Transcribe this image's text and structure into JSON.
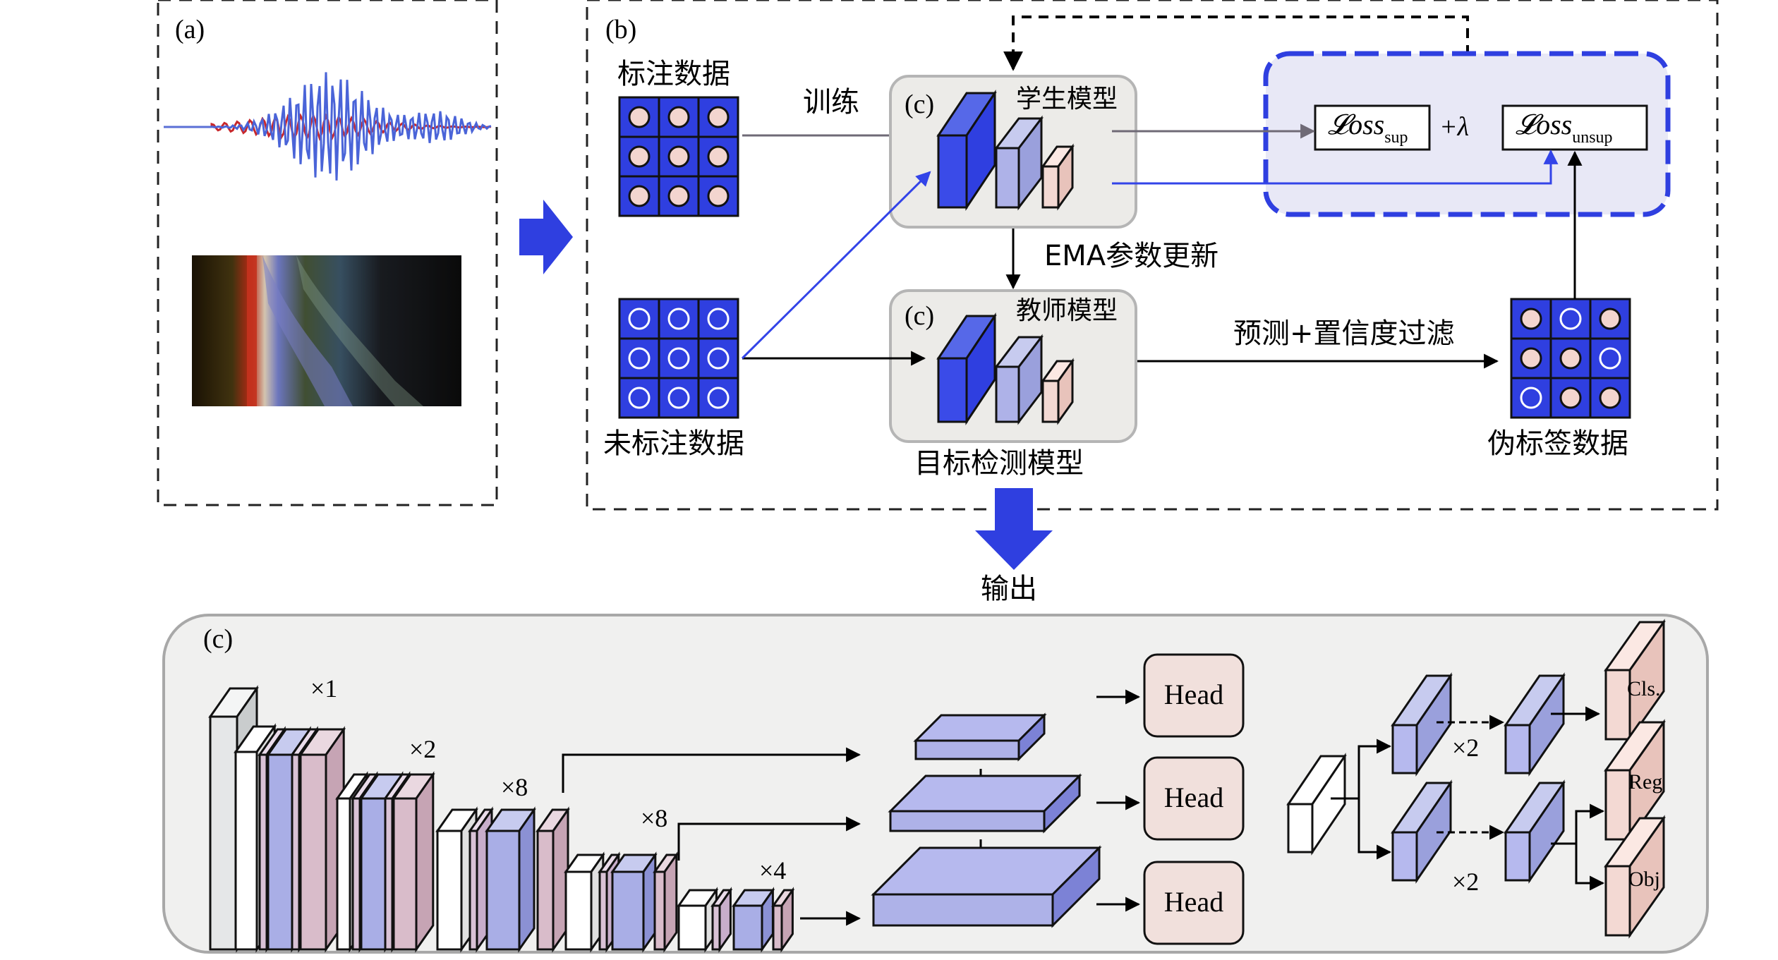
{
  "panel_a": {
    "label": "(a)"
  },
  "panel_b": {
    "label": "(b)",
    "labeled_data": "标注数据",
    "unlabeled_data": "未标注数据",
    "train": "训练",
    "student_tag": "(c)",
    "student_model": "学生模型",
    "teacher_tag": "(c)",
    "teacher_model": "教师模型",
    "ema_update": "EMA参数更新",
    "detection_model": "目标检测模型",
    "predict_filter": "预测+置信度过滤",
    "pseudo_label_data": "伪标签数据",
    "loss_sup_main": "𝓛oss",
    "loss_sup_sub": "sup",
    "plus_lambda": "+λ",
    "loss_unsup_main": "𝓛oss",
    "loss_unsup_sub": "unsup"
  },
  "output_label": "输出",
  "panel_c": {
    "label": "(c)",
    "mult_1": "×1",
    "mult_2": "×2",
    "mult_8a": "×8",
    "mult_8b": "×8",
    "mult_4": "×4",
    "head_1": "Head",
    "head_2": "Head",
    "head_3": "Head",
    "branch_mult_top": "×2",
    "branch_mult_bottom": "×2",
    "out_cls": "Cls.",
    "out_reg": "Reg",
    "out_obj": "Obj"
  },
  "colors": {
    "blue_dark": "#2f3fe0",
    "blue_box": "#3a4be8",
    "purple": "#aeb2e8",
    "pink": "#f3d9d3",
    "head_fill": "#f1e0dc",
    "gray_box": "#ecebe8",
    "loss_panel": "#e8e8f6"
  }
}
